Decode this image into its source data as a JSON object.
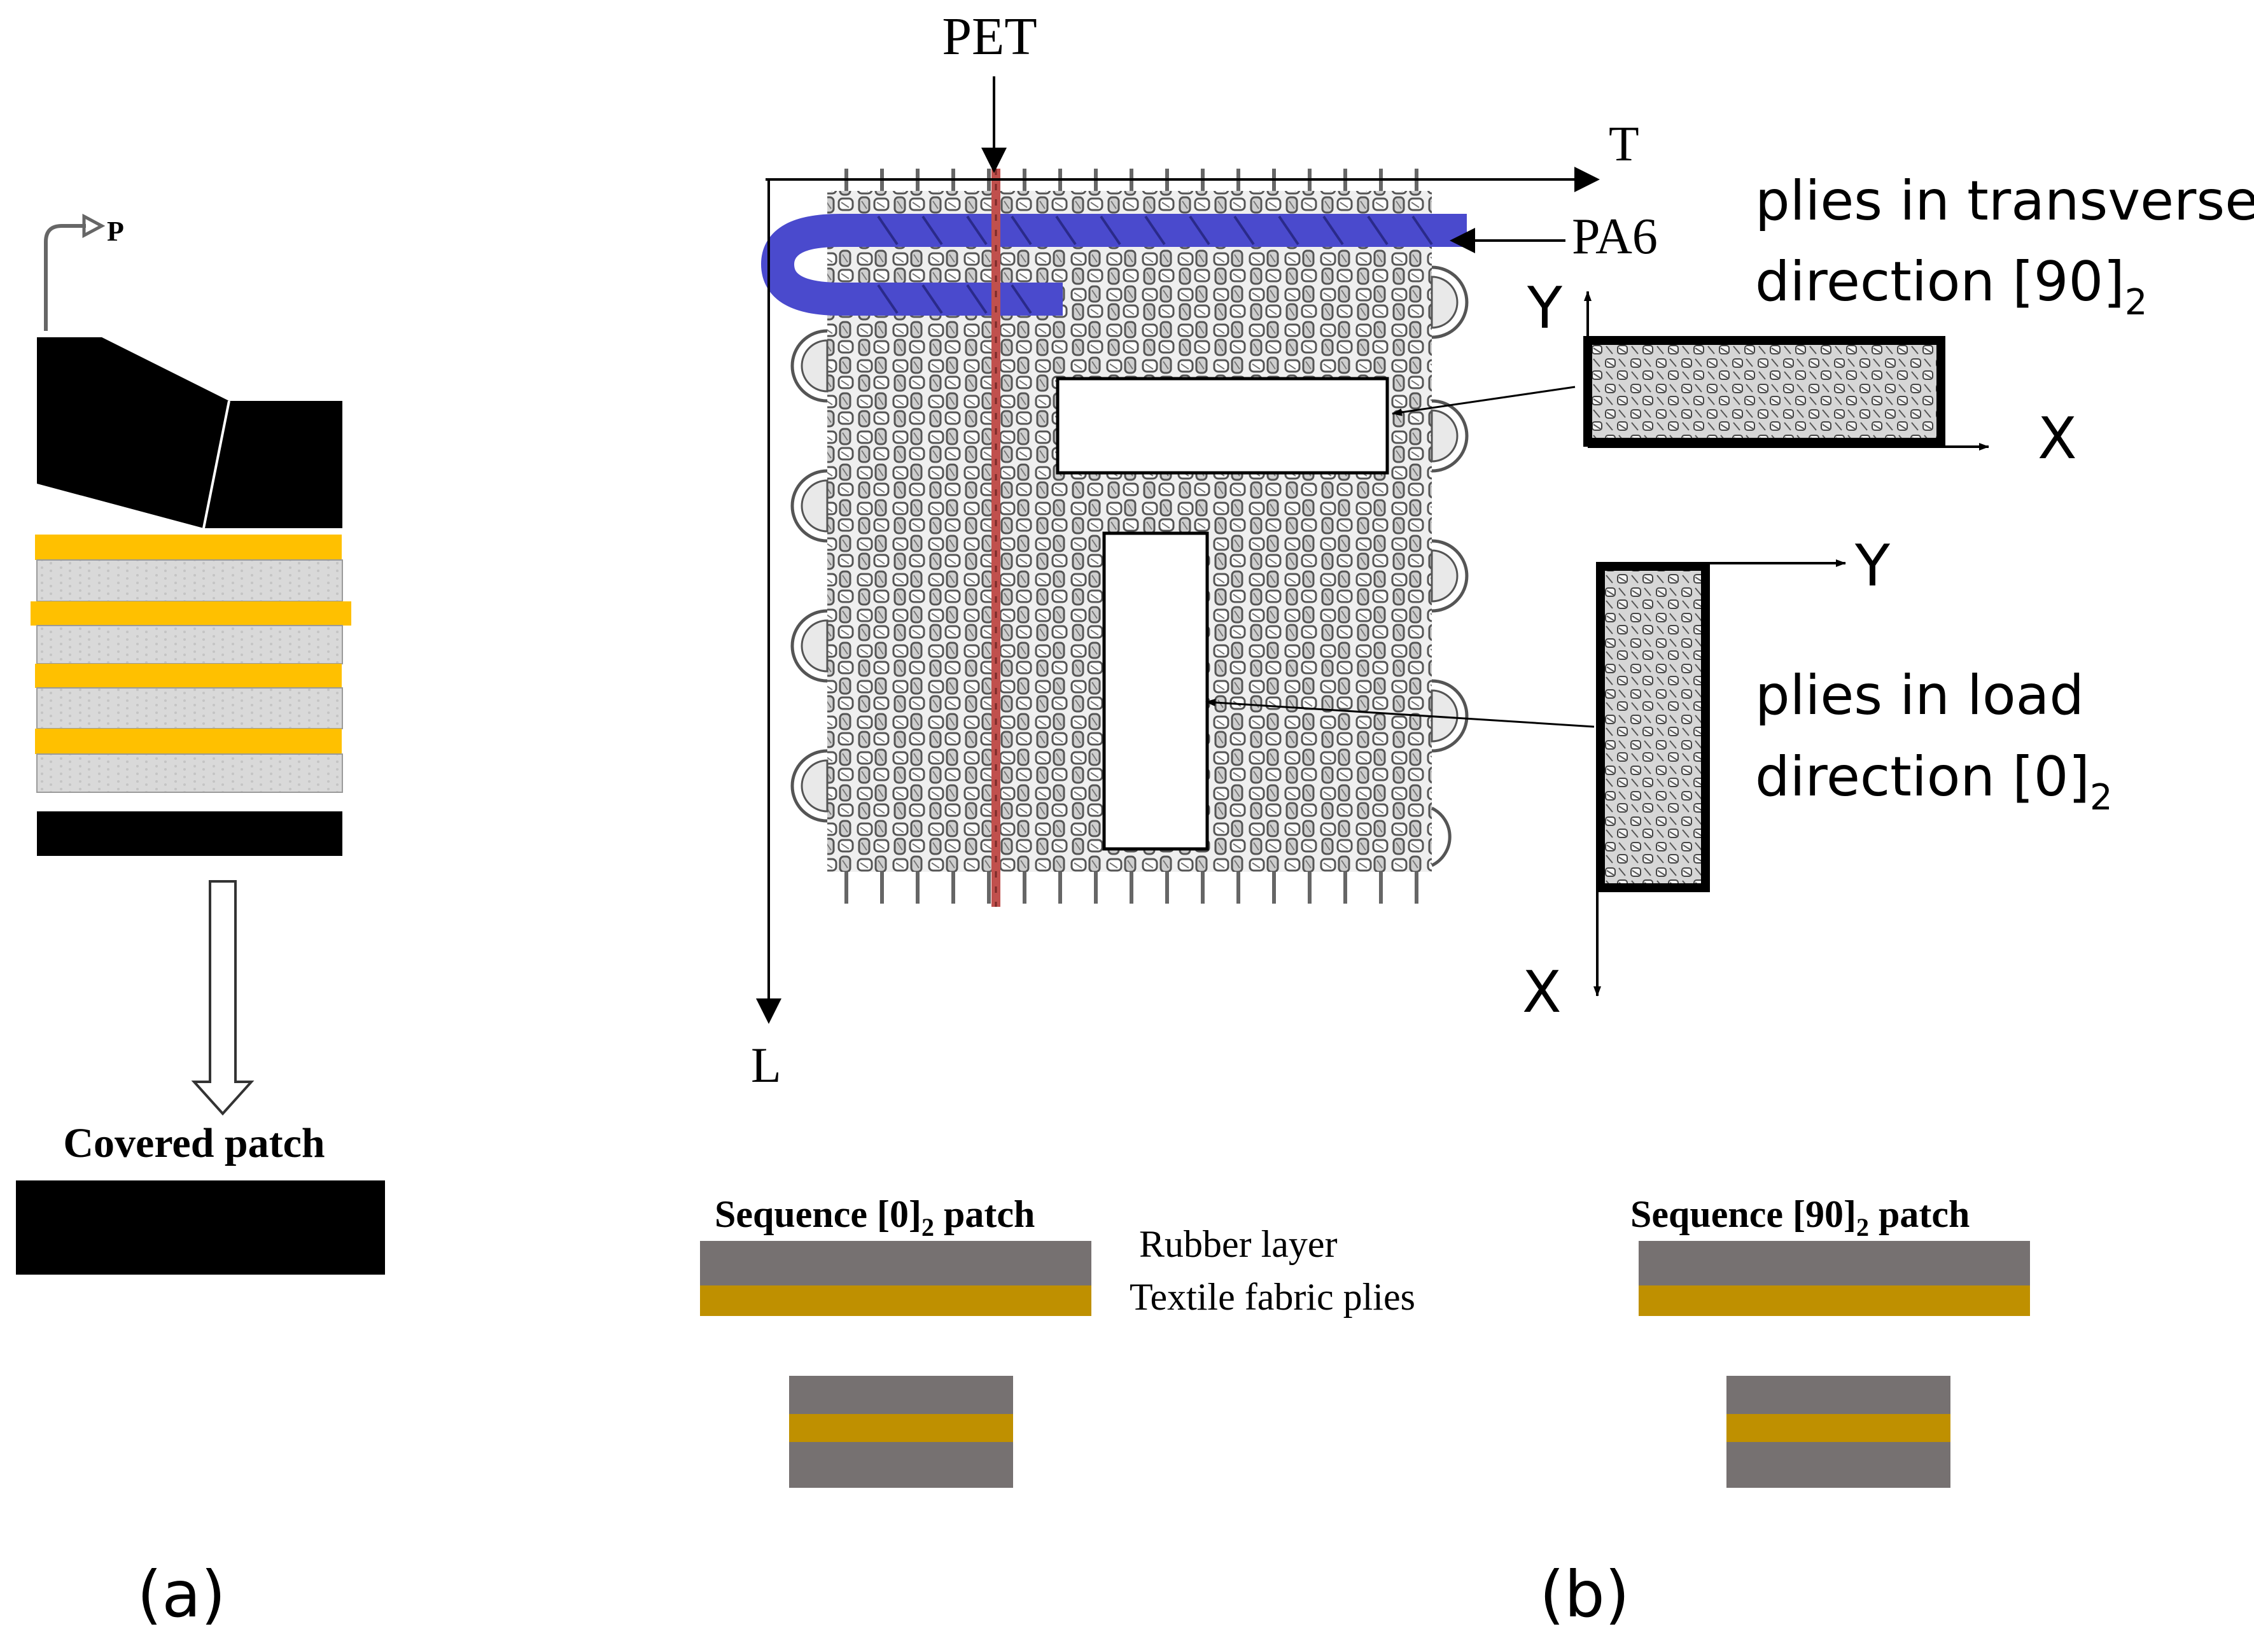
{
  "panel_a": {
    "force_label": "P",
    "output_label": "Covered patch",
    "panel_label": "(a)",
    "colors": {
      "black": "#000000",
      "yellow": "#ffc000",
      "fabric": "#d9d9d9"
    }
  },
  "panel_b": {
    "pet_label": "PET",
    "pa6_label": "PA6",
    "axis_t": "T",
    "axis_l": "L",
    "transverse": {
      "text_line1": "plies in transverse",
      "text_line2": "direction [90]",
      "subscript": "2",
      "axis_y": "Y",
      "axis_x": "X"
    },
    "load": {
      "text_line1": "plies in load",
      "text_line2": "direction [0]",
      "subscript": "2",
      "axis_y": "Y",
      "axis_x": "X"
    },
    "sequence_0": {
      "title_prefix": "Sequence [0]",
      "subscript": "2",
      "title_suffix": " patch"
    },
    "sequence_90": {
      "title_prefix": "Sequence [90]",
      "subscript": "2",
      "title_suffix": " patch"
    },
    "legend": {
      "rubber": "Rubber layer",
      "textile": "Textile fabric plies"
    },
    "panel_label": "(b)",
    "colors": {
      "blue": "#4a4acd",
      "pet_red": "#c0504d",
      "rubber": "#767171",
      "textile": "#bf9000"
    }
  }
}
